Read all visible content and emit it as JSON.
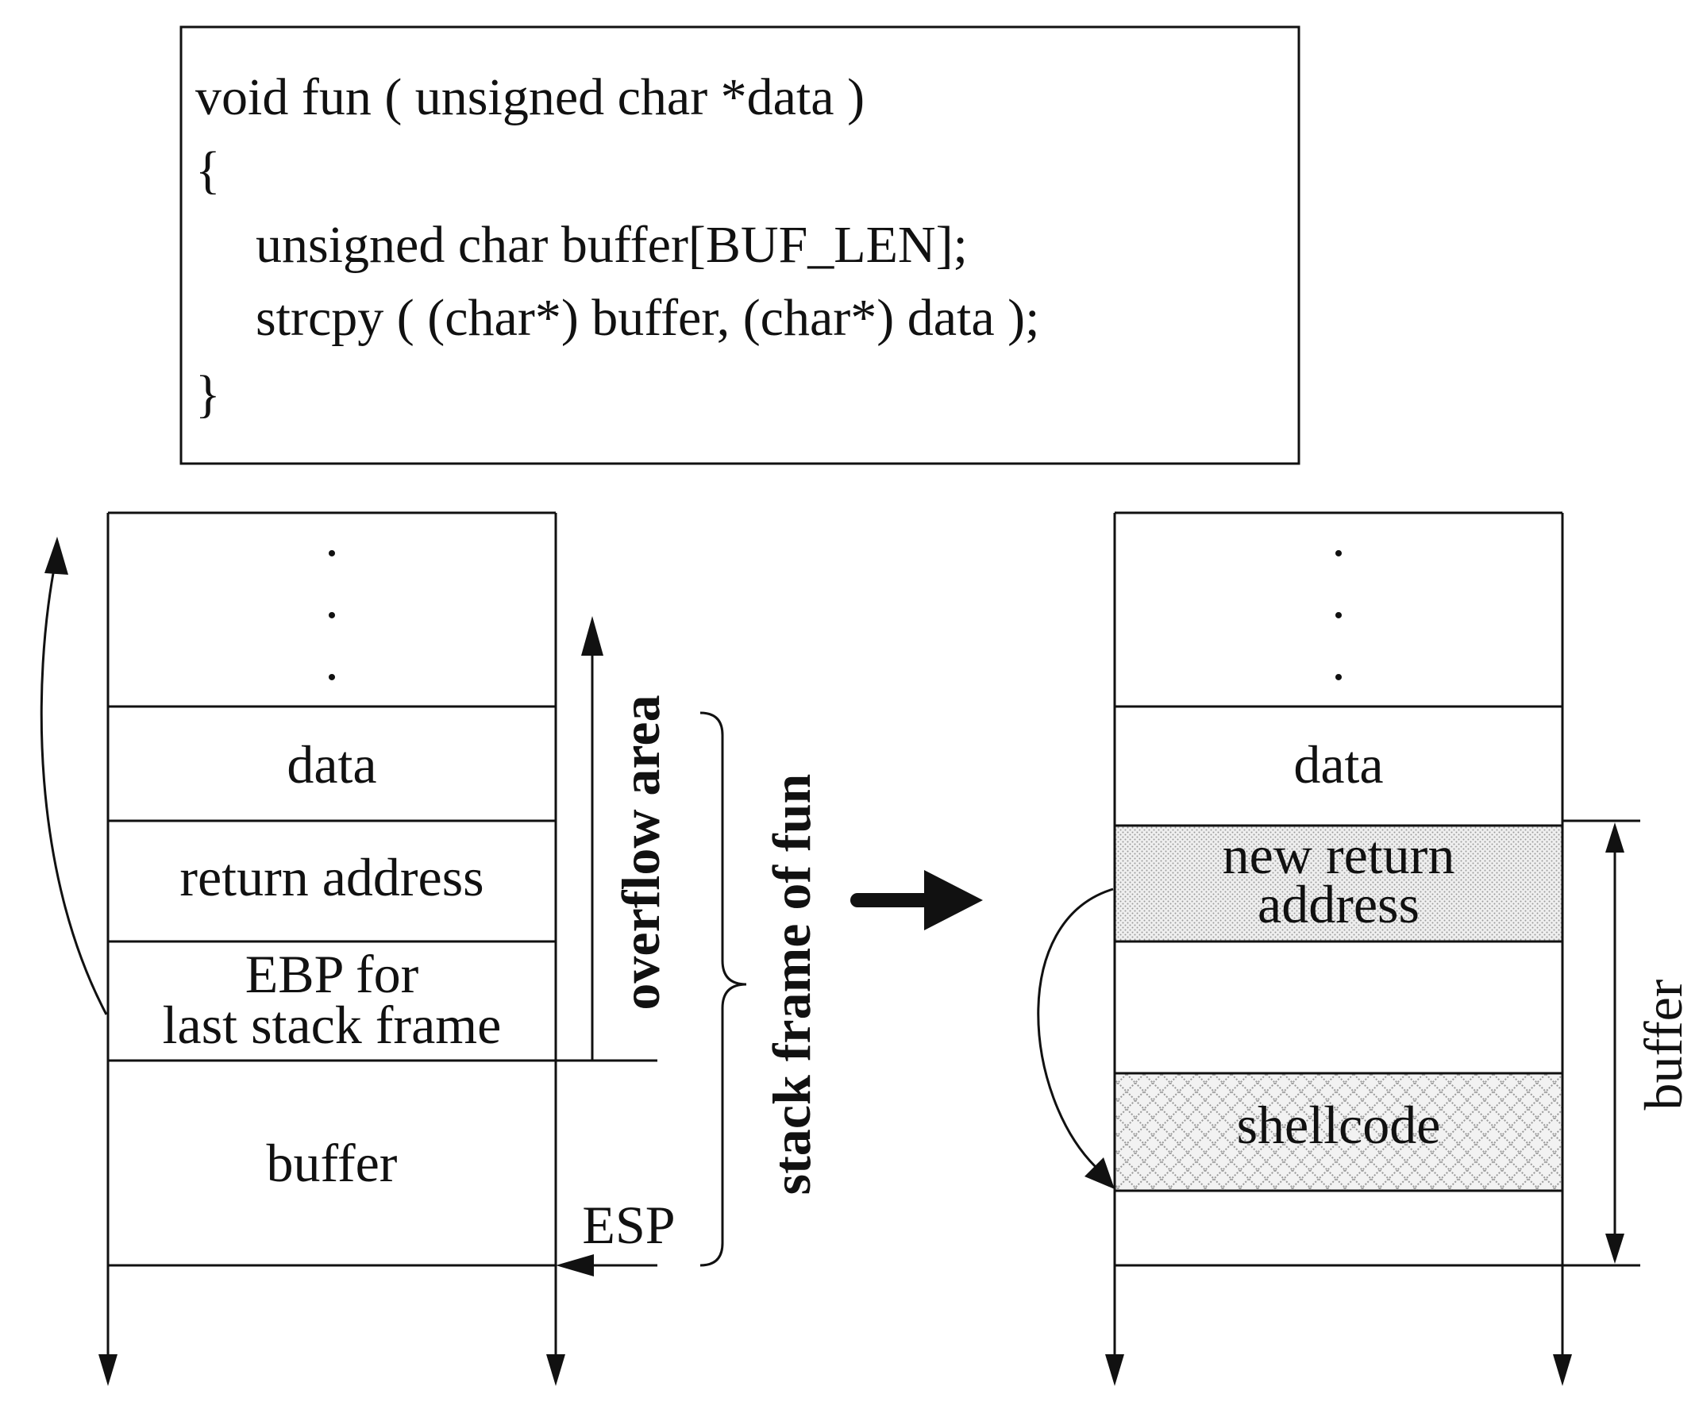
{
  "code": {
    "lines": [
      "void fun ( unsigned char *data )",
      "{",
      "unsigned  char  buffer[BUF_LEN];",
      "strcpy ( (char*) buffer,  (char*) data );",
      "}"
    ]
  },
  "left_stack": {
    "dots": ".",
    "data_label": "data",
    "return_label": "return address",
    "ebp_line1": "EBP for",
    "ebp_line2": "last stack frame",
    "buffer_label": "buffer",
    "esp_label": "ESP",
    "overflow_label": "overflow area",
    "frame_label": "stack frame of fun"
  },
  "right_stack": {
    "dots": ".",
    "data_label": "data",
    "new_return_line1": "new return",
    "new_return_line2": "address",
    "shellcode_label": "shellcode",
    "buffer_label": "buffer"
  },
  "colors": {
    "ink": "#111111",
    "dotted_fill": "#e6e6e6",
    "crosshatch": "#9a9a9a"
  }
}
